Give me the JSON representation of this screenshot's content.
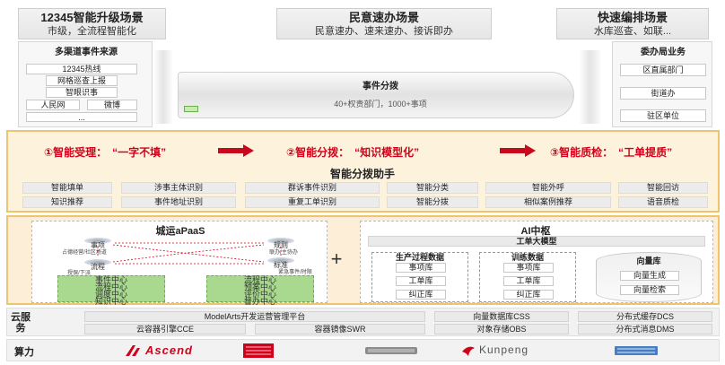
{
  "top": {
    "left": {
      "title": "12345智能升级场景",
      "sub": "市级，全流程智能化"
    },
    "center": {
      "title": "民意速办场景",
      "sub": "民意速办、速来速办、接诉即办"
    },
    "right": {
      "title": "快速编排场景",
      "sub": "水库巡查、如联..."
    }
  },
  "sources": {
    "title": "多渠道事件来源",
    "items": [
      "12345热线",
      "网格巡查上报",
      "智眼识事",
      "人民网",
      "微博",
      "..."
    ]
  },
  "dispatch": {
    "title": "事件分拨",
    "sub": "40+权责部门，1000+事项"
  },
  "bureau": {
    "title": "委办局业务",
    "items": [
      "区直属部门",
      "街道办",
      "驻区单位"
    ]
  },
  "assistant": {
    "step1": "①智能受理：",
    "step1b": "“一字不填”",
    "step2": "②智能分拨：",
    "step2b": "“知识模型化”",
    "step3": "③智能质检：",
    "step3b": "“工单提质”",
    "title": "智能分拨助手",
    "row1": [
      "智能填单",
      "涉事主体识别",
      "群诉事件识别",
      "智能分类",
      "智能外呼",
      "智能回访"
    ],
    "row2": [
      "知识推荐",
      "事件地址识别",
      "重复工单识别",
      "智能分拨",
      "相似案例推荐",
      "语音质检"
    ]
  },
  "paas": {
    "title": "城运aPaaS",
    "left_nodes": [
      "事项",
      "流程"
    ],
    "left_small": [
      "占德经营/社区场道",
      "授保/下派"
    ],
    "left_green": [
      "事件中心",
      "流程中心",
      "调度中心",
      "知识中心"
    ],
    "right_nodes": [
      "规则",
      "标准"
    ],
    "right_small": [
      "联办/主协办",
      "紧急事件/时限"
    ],
    "right_green": [
      "流程中心",
      "预案中心",
      "评价中心",
      "督办中心"
    ]
  },
  "plus": "+",
  "ai": {
    "title": "AI中枢",
    "model": "工单大模型",
    "prod": {
      "title": "生产过程数据",
      "items": [
        "事项库",
        "工单库",
        "纠正库"
      ]
    },
    "train": {
      "title": "训练数据",
      "items": [
        "事项库",
        "工单库",
        "纠正库"
      ]
    },
    "vec": {
      "title": "向量库",
      "items": [
        "向量生成",
        "向量检索"
      ]
    }
  },
  "cloud": {
    "label": "云服务",
    "items": [
      "ModelArts开发运营管理平台",
      "向量数据库CSS",
      "分布式缓存DCS",
      "云容器引擎CCE",
      "容器镜像SWR",
      "对象存储OBS",
      "分布式消息DMS"
    ]
  },
  "compute": {
    "label": "算力",
    "logos": [
      "Ascend",
      "Kunpeng"
    ]
  },
  "colors": {
    "red": "#d0021b",
    "yellow_bg": "#fdf3dd",
    "border": "#f0c46e",
    "green": "#a8d98f"
  }
}
